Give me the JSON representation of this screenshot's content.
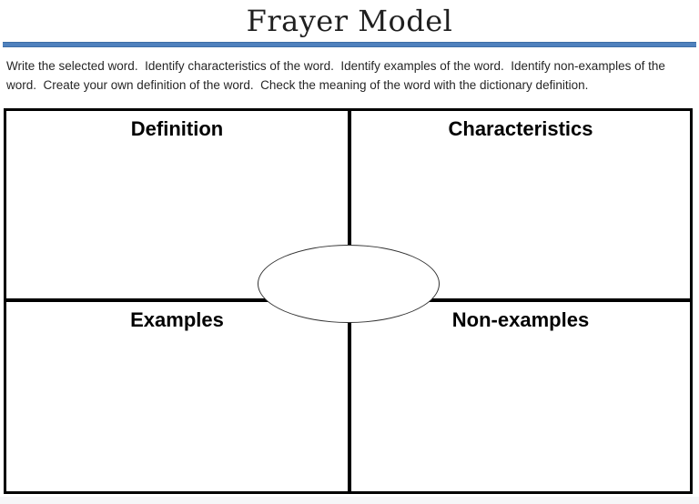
{
  "header": {
    "title": "Frayer Model"
  },
  "instructions": "Write the selected word.  Identify characteristics of the word.  Identify examples of the word.  Identify non-examples of the\nword.  Create your own definition of the word.  Check the meaning of the word with the dictionary definition.",
  "quadrants": [
    {
      "id": "definition",
      "label": "Definition"
    },
    {
      "id": "characteristics",
      "label": "Characteristics"
    },
    {
      "id": "examples",
      "label": "Examples"
    },
    {
      "id": "non_examples",
      "label": "Non-examples"
    }
  ],
  "center_oval": {
    "value": ""
  },
  "colors": {
    "accent_blue": "#4F81BD",
    "grid_border": "#000000",
    "title_text": "#1F1F1F",
    "body_text": "#262626",
    "page_edge": "#F6F6F8"
  }
}
